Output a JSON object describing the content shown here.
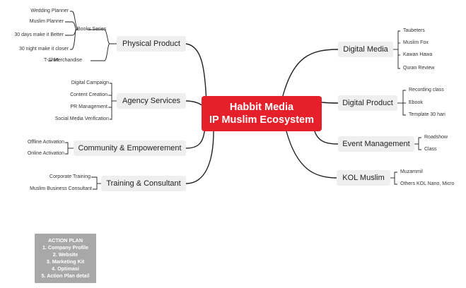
{
  "central": {
    "line1": "Habbit Media",
    "line2": "IP Muslim Ecosystem"
  },
  "left": {
    "physical": {
      "label": "Physical Product",
      "books_series": "Books Series",
      "books": [
        "Wedding Planner",
        "Muslim Planner",
        "30 days make it Better",
        "30 night make it closer"
      ],
      "merch_label": "Merchandise",
      "merch": [
        "T-Shirt"
      ]
    },
    "agency": {
      "label": "Agency Services",
      "items": [
        "Digital Campaign",
        "Content Creation",
        "PR Management",
        "Social Media Verification"
      ]
    },
    "community": {
      "label": "Community & Empowerement",
      "items": [
        "Offline Activation",
        "Online Activation"
      ]
    },
    "training": {
      "label": "Training & Consultant",
      "items": [
        "Corporate Training",
        "Muslim Business Consultant"
      ]
    }
  },
  "right": {
    "digital_media": {
      "label": "Digital Media",
      "items": [
        "Taubeters",
        "Muslim Fox",
        "Kawan Hawa",
        "Quran Review"
      ]
    },
    "digital_product": {
      "label": "Digital Product",
      "items": [
        "Recording class",
        "Ebook",
        "Template 30 hari"
      ]
    },
    "event": {
      "label": "Event Management",
      "items": [
        "Roadshow",
        "Class"
      ]
    },
    "kol": {
      "label": "KOL Muslim",
      "items": [
        "Muzammil",
        "Others KOL Nano, Micro"
      ]
    }
  },
  "action_plan": {
    "title": "ACTION PLAN",
    "items": [
      "1. Company Profile",
      "2. Website",
      "3. Marketing Kit",
      "4. Optimasi",
      "5. Action Plan detail"
    ]
  },
  "colors": {
    "central": "#e5202b",
    "node_bg": "#efefef",
    "line": "#222222",
    "action_bg": "#a8a8a8"
  }
}
